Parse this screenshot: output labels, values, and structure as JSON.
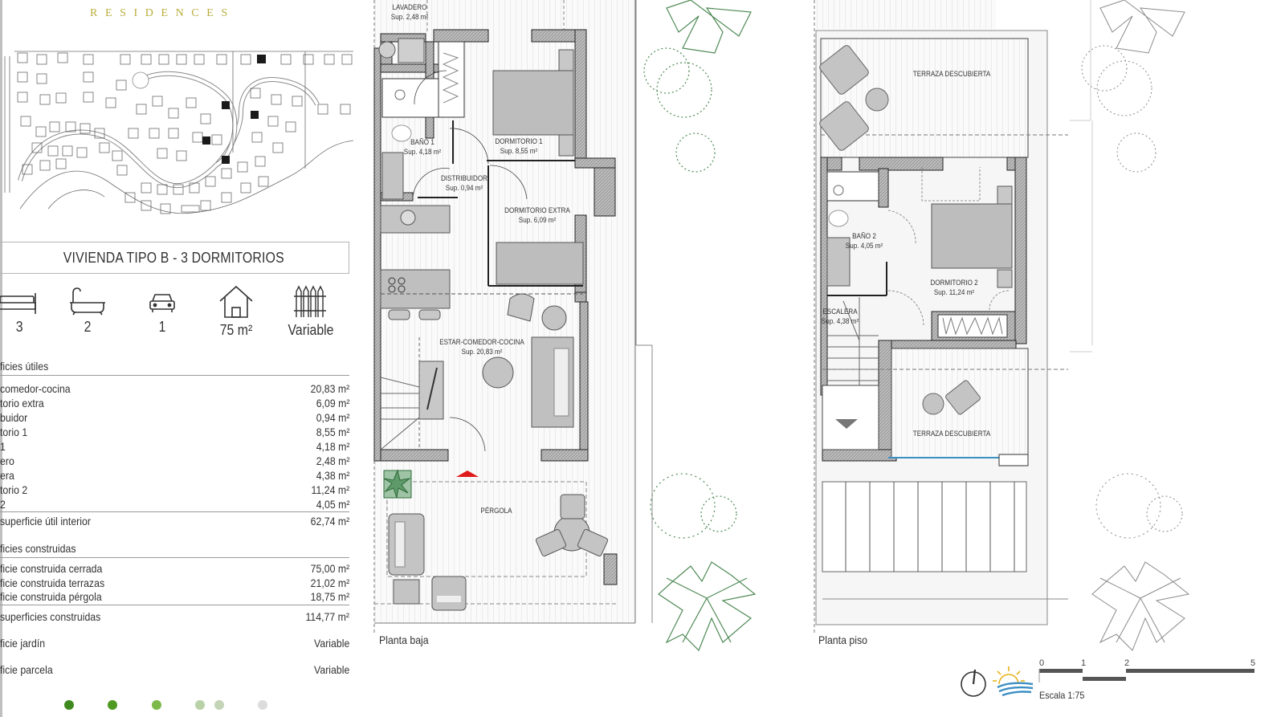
{
  "brand": {
    "wordmark": "RESIDENCES",
    "color": "#b9ad3b"
  },
  "unit": {
    "title": "VIVIENDA TIPO B - 3 DORMITORIOS"
  },
  "features": [
    {
      "icon": "bed-icon",
      "value": "3"
    },
    {
      "icon": "bathtub-icon",
      "value": "2"
    },
    {
      "icon": "car-icon",
      "value": "1"
    },
    {
      "icon": "house-icon",
      "value": "75 m²"
    },
    {
      "icon": "fence-icon",
      "value": "Variable"
    }
  ],
  "superficies_utiles": {
    "heading": "ficies útiles",
    "rows": [
      {
        "label": "comedor-cocina",
        "value": "20,83 m²"
      },
      {
        "label": "torio extra",
        "value": "6,09 m²"
      },
      {
        "label": "buidor",
        "value": "0,94 m²"
      },
      {
        "label": "torio 1",
        "value": "8,55 m²"
      },
      {
        "label": "1",
        "value": "4,18 m²"
      },
      {
        "label": "ero",
        "value": "2,48 m²"
      },
      {
        "label": "era",
        "value": "4,38 m²"
      },
      {
        "label": "torio 2",
        "value": "11,24 m²"
      },
      {
        "label": "2",
        "value": "4,05 m²"
      }
    ],
    "total": {
      "label": "superficie útil interior",
      "value": "62,74 m²"
    }
  },
  "superficies_construidas": {
    "heading": "ficies construidas",
    "rows": [
      {
        "label": "ficie construida cerrada",
        "value": "75,00 m²"
      },
      {
        "label": "ficie construida terrazas",
        "value": "21,02 m²"
      },
      {
        "label": "ficie construida pérgola",
        "value": "18,75 m²"
      }
    ],
    "total": {
      "label": "superficies construidas",
      "value": "114,77 m²"
    }
  },
  "extra_rows": [
    {
      "label": "ficie jardín",
      "value": "Variable"
    },
    {
      "label": "ficie parcela",
      "value": "Variable"
    }
  ],
  "planta_baja": {
    "caption": "Planta baja",
    "rooms": [
      {
        "name": "LAVADERO",
        "area": "Sup. 2,48 m²"
      },
      {
        "name": "BAÑO 1",
        "area": "Sup. 4,18 m²"
      },
      {
        "name": "DORMITORIO 1",
        "area": "Sup. 8,55 m²"
      },
      {
        "name": "DISTRIBUIDOR",
        "area": "Sup. 0,94 m²"
      },
      {
        "name": "DORMITORIO EXTRA",
        "area": "Sup. 6,09 m²"
      },
      {
        "name": "ESTAR-COMEDOR-COCINA",
        "area": "Sup. 20,83 m²"
      },
      {
        "name": "PÉRGOLA",
        "area": ""
      }
    ]
  },
  "planta_piso": {
    "caption": "Planta piso",
    "rooms": [
      {
        "name": "TERRAZA DESCUBIERTA",
        "area": ""
      },
      {
        "name": "BAÑO 2",
        "area": "Sup. 4,05 m²"
      },
      {
        "name": "DORMITORIO 2",
        "area": "Sup. 11,24 m²"
      },
      {
        "name": "ESCALERA",
        "area": "Sup. 4,38 m²"
      },
      {
        "name": "TERRAZA DESCUBIERTA",
        "area": ""
      }
    ]
  },
  "scale": {
    "label": "Escala 1:75",
    "ticks": [
      "0",
      "1",
      "2",
      "5"
    ]
  },
  "colors": {
    "plant_green": "#4f8a55",
    "entry_marker": "#e01b1b",
    "wall_fill": "#9a9a9a",
    "sun": "#e8b21c",
    "sea": "#3c8fc4"
  }
}
